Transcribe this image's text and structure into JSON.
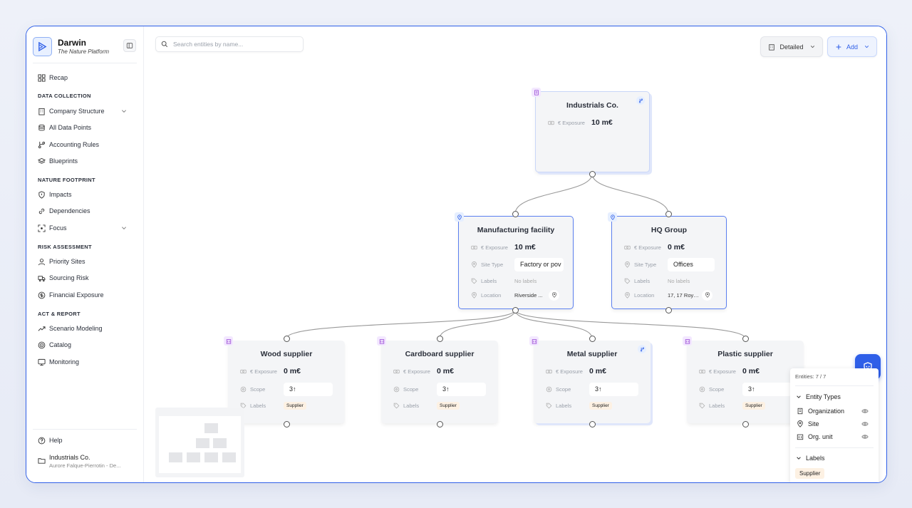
{
  "brand": {
    "name": "Darwin",
    "subtitle": "The Nature Platform"
  },
  "sidebar": {
    "recap": "Recap",
    "sections": [
      {
        "title": "DATA COLLECTION",
        "items": [
          "Company Structure",
          "All Data Points",
          "Accounting Rules",
          "Blueprints"
        ]
      },
      {
        "title": "NATURE FOOTPRINT",
        "items": [
          "Impacts",
          "Dependencies",
          "Focus"
        ]
      },
      {
        "title": "RISK ASSESSMENT",
        "items": [
          "Priority Sites",
          "Sourcing Risk",
          "Financial Exposure"
        ]
      },
      {
        "title": "ACT & REPORT",
        "items": [
          "Scenario Modeling",
          "Catalog",
          "Monitoring"
        ]
      }
    ],
    "help": "Help",
    "org_name": "Industrials Co.",
    "user_line": "Aurore Falque-Pierrotin - De..."
  },
  "toolbar": {
    "search_placeholder": "Search entities by name...",
    "view_label": "Detailed",
    "add_label": "Add"
  },
  "labels": {
    "exposure": "€ Exposure",
    "site_type": "Site Type",
    "labels": "Labels",
    "location": "Location",
    "scope": "Scope"
  },
  "nodes": {
    "root": {
      "title": "Industrials Co.",
      "exposure": "10 m€"
    },
    "manufacturing": {
      "title": "Manufacturing facility",
      "exposure": "10 m€",
      "site_type": "Factory or pov",
      "labels": "No labels",
      "location": "Riverside ..."
    },
    "hq": {
      "title": "HQ Group",
      "exposure": "0 m€",
      "site_type": "Offices",
      "labels": "No labels",
      "location": "17, 17 Royd..."
    },
    "wood": {
      "title": "Wood supplier",
      "exposure": "0 m€",
      "scope": "3↑",
      "label": "Supplier"
    },
    "cardboard": {
      "title": "Cardboard supplier",
      "exposure": "0 m€",
      "scope": "3↑",
      "label": "Supplier"
    },
    "metal": {
      "title": "Metal supplier",
      "exposure": "0 m€",
      "scope": "3↑",
      "label": "Supplier"
    },
    "plastic": {
      "title": "Plastic supplier",
      "exposure": "0 m€",
      "scope": "3↑",
      "label": "Supplier"
    }
  },
  "legend": {
    "count": "Entities: 7 / 7",
    "entity_types_title": "Entity Types",
    "entity_types": [
      "Organization",
      "Site",
      "Org. unit"
    ],
    "labels_title": "Labels",
    "label_items": [
      "Supplier"
    ]
  }
}
